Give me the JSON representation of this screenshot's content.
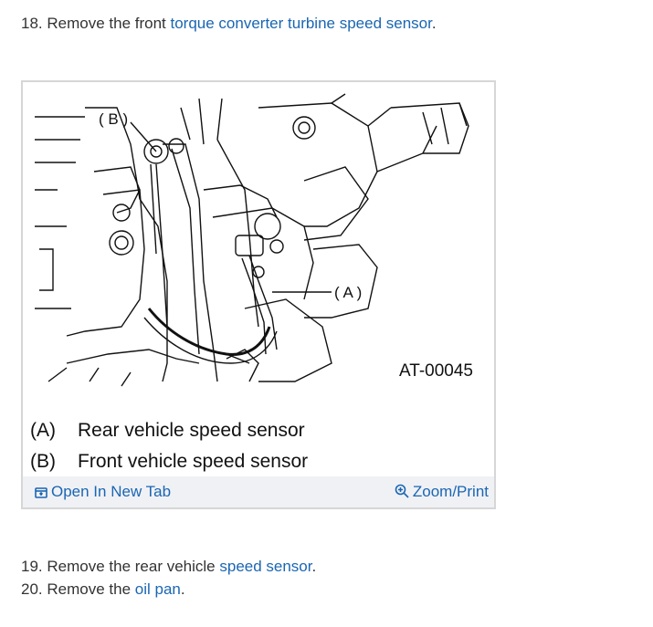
{
  "steps": [
    {
      "number": "18.",
      "prefix": "Remove the front ",
      "link": "torque converter turbine speed sensor",
      "suffix": "."
    },
    {
      "number": "19.",
      "prefix": "Remove the rear vehicle ",
      "link": "speed sensor",
      "suffix": "."
    },
    {
      "number": "20.",
      "prefix": "Remove the ",
      "link": "oil pan",
      "suffix": "."
    }
  ],
  "figure": {
    "callout_b": "( B )",
    "callout_a": "( A )",
    "code": "AT-00045",
    "legend": [
      {
        "key": "(A)",
        "text": "Rear vehicle speed sensor"
      },
      {
        "key": "(B)",
        "text": "Front vehicle speed sensor"
      }
    ],
    "toolbar": {
      "open_label": "Open In New Tab",
      "open_icon": "open-new-tab-icon",
      "zoom_label": "Zoom/Print",
      "zoom_icon": "zoom-icon"
    },
    "colors": {
      "link": "#1a66b3",
      "toolbar_bg": "#f0f1f5",
      "border": "#d6d6d6"
    }
  }
}
